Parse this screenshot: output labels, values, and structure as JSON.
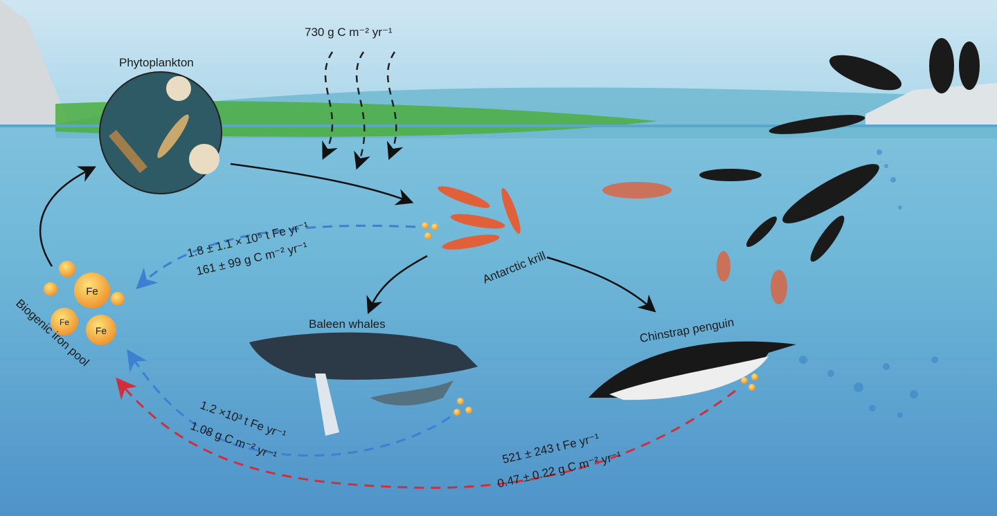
{
  "title_flux": "730 g C m⁻² yr⁻¹",
  "labels": {
    "phytoplankton": "Phytoplankton",
    "krill": "Antarctic krill",
    "whales": "Baleen whales",
    "penguin": "Chinstrap penguin",
    "iron_pool": "Biogenic iron pool"
  },
  "iron_pool_particles": [
    "Fe",
    "Fe",
    "Fe"
  ],
  "fluxes": {
    "krill_fe": "1.8 ± 1.1 × 10⁵ t Fe yr⁻¹",
    "krill_c": "161 ± 99 g C m⁻² yr⁻¹",
    "whale_fe": "1.2 ×10³ t Fe yr⁻¹",
    "whale_c": "1.08 g C m⁻² yr⁻¹",
    "penguin_fe": "521 ± 243 t Fe yr⁻¹",
    "penguin_c": "0.47 ± 0.22 g C m⁻² yr⁻¹"
  },
  "colors": {
    "krill_flux": "#3d7fd0",
    "whale_flux": "#3d7fd0",
    "penguin_flux": "#d02f3a",
    "iron": "#f2a630"
  }
}
